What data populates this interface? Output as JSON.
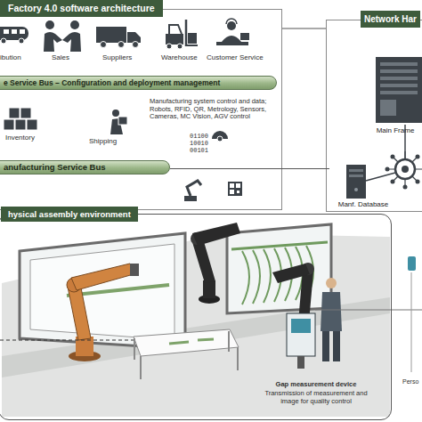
{
  "diagram": {
    "nodes": [
      {
        "text": [
          "Factory 4.0 software architecture"
        ]
      },
      {
        "text": [
          "e Service Bus – Configuration and deployment management"
        ],
        "in": 0
      },
      {
        "text": [
          "anufacturing Service Bus"
        ],
        "in": 0
      },
      {
        "text": [
          "Network Har"
        ]
      },
      {
        "text": [
          "Main Frame"
        ],
        "in": 3
      },
      {
        "text": [
          "Manf. Database"
        ],
        "in": 3
      },
      {
        "text": [
          "hysical assembly environment"
        ]
      }
    ],
    "edges": [
      {
        "from": 0,
        "to": 3,
        "arrow": "none"
      },
      {
        "from": 2,
        "to": 5,
        "arrow": "none"
      }
    ],
    "labels": [
      "ibution",
      "Sales",
      "Suppliers",
      "Warehouse",
      "Customer Service",
      "Inventory",
      "Shipping",
      "Manufacturing system control and data; Robots, RFID, QR, Metrology, Sensors, Cameras, MC Vision, AGV control",
      "01100 10010 00101",
      "Gap measurement device",
      "Transmission of measurement and image for quality control",
      "Perso"
    ]
  }
}
